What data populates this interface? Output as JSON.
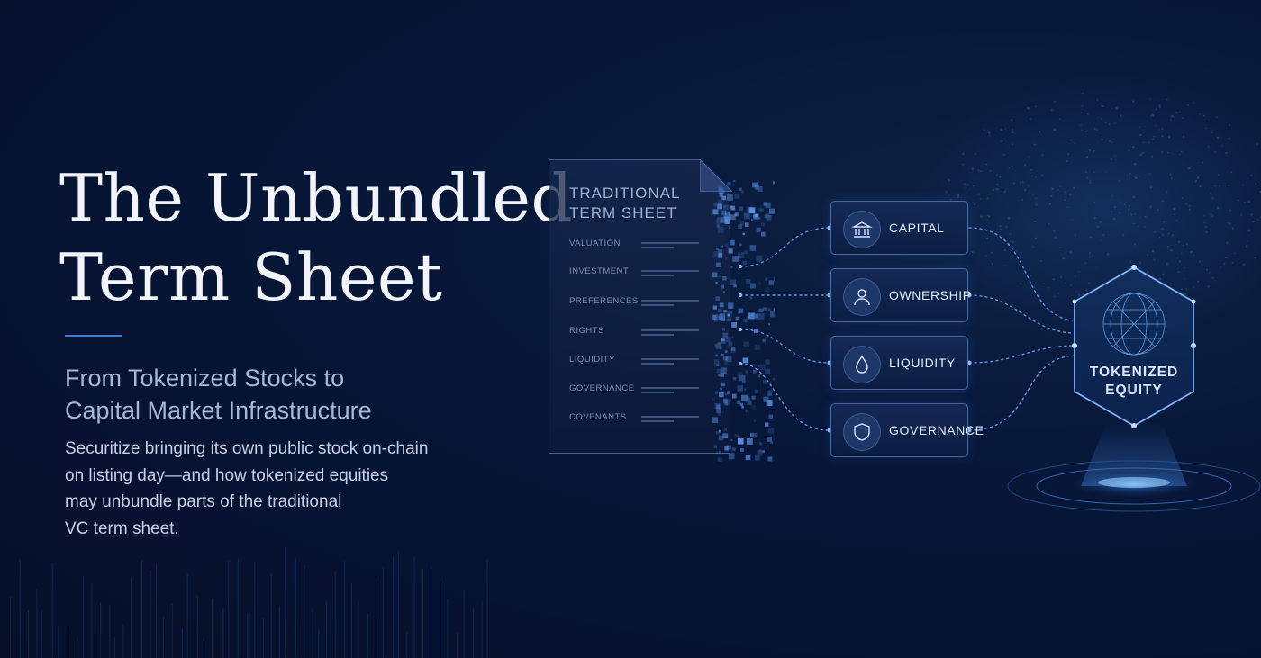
{
  "title": {
    "line1": "The Unbundled",
    "line2": "Term Sheet"
  },
  "subtitle": {
    "line1": "From Tokenized Stocks to",
    "line2": "Capital Market Infrastructure"
  },
  "description": {
    "line1": "Securitize bringing its own public stock on-chain",
    "line2": "on listing day—and how tokenized equities",
    "line3": "may unbundle parts of the traditional",
    "line4": "VC term sheet."
  },
  "document": {
    "title_line1": "TRADITIONAL",
    "title_line2": "TERM SHEET",
    "rows": [
      "VALUATION",
      "INVESTMENT",
      "PREFERENCES",
      "RIGHTS",
      "LIQUIDITY",
      "GOVERNANCE",
      "COVENANTS"
    ]
  },
  "components": [
    {
      "label": "CAPITAL",
      "icon": "bank-icon"
    },
    {
      "label": "OWNERSHIP",
      "icon": "person-icon"
    },
    {
      "label": "LIQUIDITY",
      "icon": "droplet-icon"
    },
    {
      "label": "GOVERNANCE",
      "icon": "shield-icon"
    }
  ],
  "result": {
    "line1": "TOKENIZED",
    "line2": "EQUITY",
    "icon": "globe-icon"
  },
  "colors": {
    "background": "#061331",
    "accent": "#3f7ae0",
    "glow": "#4d9bff"
  }
}
